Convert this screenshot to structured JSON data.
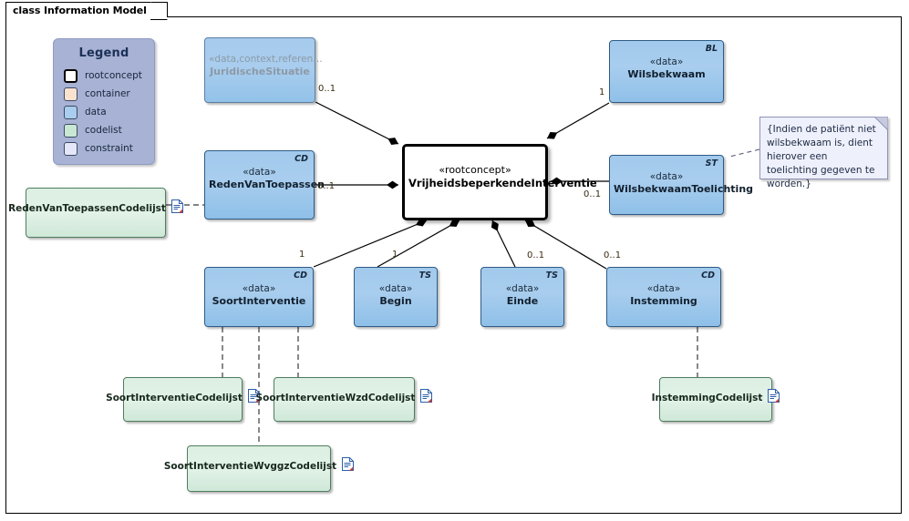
{
  "diagram": {
    "tab_label": "class Information Model",
    "title": "Information Model",
    "colors": {
      "data_fill": "#a8cdee",
      "codelist_fill": "#dcefe2",
      "container_fill": "#fae2cf",
      "constraint_fill": "#e4e7f7",
      "rootconcept_fill": "#ffffff",
      "legend_fill": "#a7b2d4",
      "line": "#000000"
    }
  },
  "legend": {
    "title": "Legend",
    "items": [
      {
        "label": "rootconcept",
        "color": "#ffffff"
      },
      {
        "label": "container",
        "color": "#fae2cf"
      },
      {
        "label": "data",
        "color": "#a8cdee"
      },
      {
        "label": "codelist",
        "color": "#c9e8d4"
      },
      {
        "label": "constraint",
        "color": "#e4e7f7"
      }
    ]
  },
  "nodes": {
    "juridische_situatie": {
      "stereotype": "«data,context,referen…",
      "name": "JuridischeSituatie",
      "tag": "",
      "kind": "data-faded"
    },
    "reden_van_toepassen": {
      "stereotype": "«data»",
      "name": "RedenVanToepassen",
      "tag": "CD",
      "kind": "data"
    },
    "root": {
      "stereotype": "«rootconcept»",
      "name": "VrijheidsbeperkendeInterventie",
      "tag": "",
      "kind": "rootconcept"
    },
    "wilsbekwaam": {
      "stereotype": "«data»",
      "name": "Wilsbekwaam",
      "tag": "BL",
      "kind": "data"
    },
    "wilsbekwaam_toelichting": {
      "stereotype": "«data»",
      "name": "WilsbekwaamToelichting",
      "tag": "ST",
      "kind": "data"
    },
    "soort_interventie": {
      "stereotype": "«data»",
      "name": "SoortInterventie",
      "tag": "CD",
      "kind": "data"
    },
    "begin": {
      "stereotype": "«data»",
      "name": "Begin",
      "tag": "TS",
      "kind": "data"
    },
    "einde": {
      "stereotype": "«data»",
      "name": "Einde",
      "tag": "TS",
      "kind": "data"
    },
    "instemming": {
      "stereotype": "«data»",
      "name": "Instemming",
      "tag": "CD",
      "kind": "data"
    }
  },
  "codelists": {
    "reden_van_toepassen_codelijst": {
      "name": "RedenVanToepassenCodelijst"
    },
    "soort_interventie_codelijst": {
      "name": "SoortInterventieCodelijst"
    },
    "soort_interventie_wzd_codelijst": {
      "name": "SoortInterventieWzdCodelijst"
    },
    "soort_interventie_wvggz_codelijst": {
      "name": "SoortInterventieWvggzCodelijst"
    },
    "instemming_codelijst": {
      "name": "InstemmingCodelijst"
    }
  },
  "note": {
    "text": "{Indien de patiënt niet wilsbekwaam is, dient hierover een toelichting gegeven te worden.}"
  },
  "multiplicities": {
    "juridische_situatie": "0..1",
    "reden_van_toepassen": "0..1",
    "wilsbekwaam": "1",
    "wilsbekwaam_toelichting": "0..1",
    "soort_interventie": "1",
    "begin": "1",
    "einde": "0..1",
    "instemming": "0..1"
  }
}
